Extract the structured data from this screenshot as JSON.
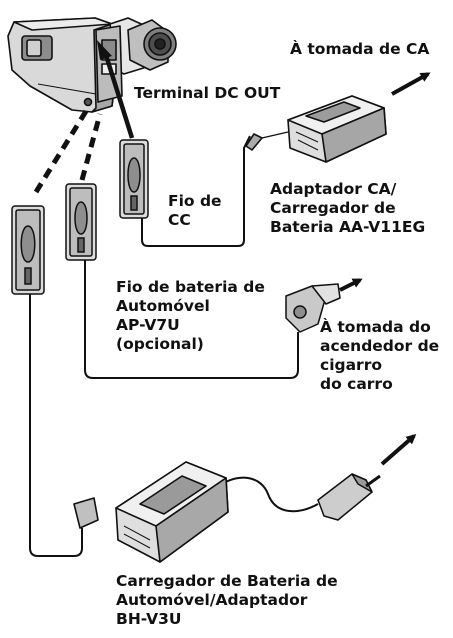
{
  "labels": {
    "ac_outlet": "À tomada de CA",
    "dc_out_terminal": "Terminal DC OUT",
    "dc_cord": "Fio de\nCC",
    "ac_adapter": "Adaptador CA/\nCarregador de\nBateria AA-V11EG",
    "car_cord": "Fio de bateria de\nAutomóvel\nAP-V7U\n(opcional)",
    "cigarette_outlet": "À tomada do\nacendedor de\ncigarro\ndo carro",
    "car_charger": "Carregador de Bateria de\nAutomóvel/Adaptador\nBH-V3U"
  },
  "colors": {
    "ink": "#111111",
    "device_body": "#dcdcdc",
    "device_shadow": "#9a9a9a",
    "background": "#ffffff"
  },
  "icons": [
    "camcorder-icon",
    "battery-pack-icon",
    "ac-adapter-icon",
    "car-plug-icon",
    "car-charger-icon",
    "arrow-icon"
  ]
}
